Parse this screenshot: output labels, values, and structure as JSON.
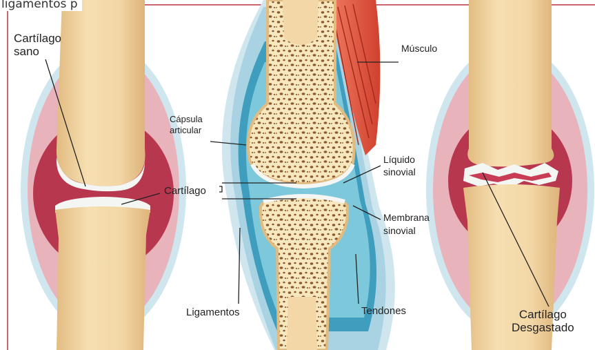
{
  "caption_fragment": "ligamentos p",
  "labels": {
    "cartilago_sano": "Cartílago\nsano",
    "capsula_articular": "Cápsula\narticular",
    "cartilago": "Cartílago",
    "musculo": "Músculo",
    "liquido_sinovial": "Líquido\nsinovial",
    "membrana_sinovial": "Membrana\nsinovial",
    "ligamentos": "Ligamentos",
    "tendones": "Tendones",
    "cartilago_desgastado": "Cartílago\nDesgastado"
  },
  "colors": {
    "bone": "#f3d7a6",
    "bone_shadow": "#e2bb80",
    "marrow": "#f6e7bf",
    "capsule_outer": "#cfe6ee",
    "capsule_pink": "#e8aab4",
    "capsule_dark": "#b7374f",
    "cartilage": "#f4f6f4",
    "synovial_fluid": "#7ec8dc",
    "synovial_membrane": "#3f9dbd",
    "muscle": "#e2553f",
    "frame": "#c9666f"
  }
}
